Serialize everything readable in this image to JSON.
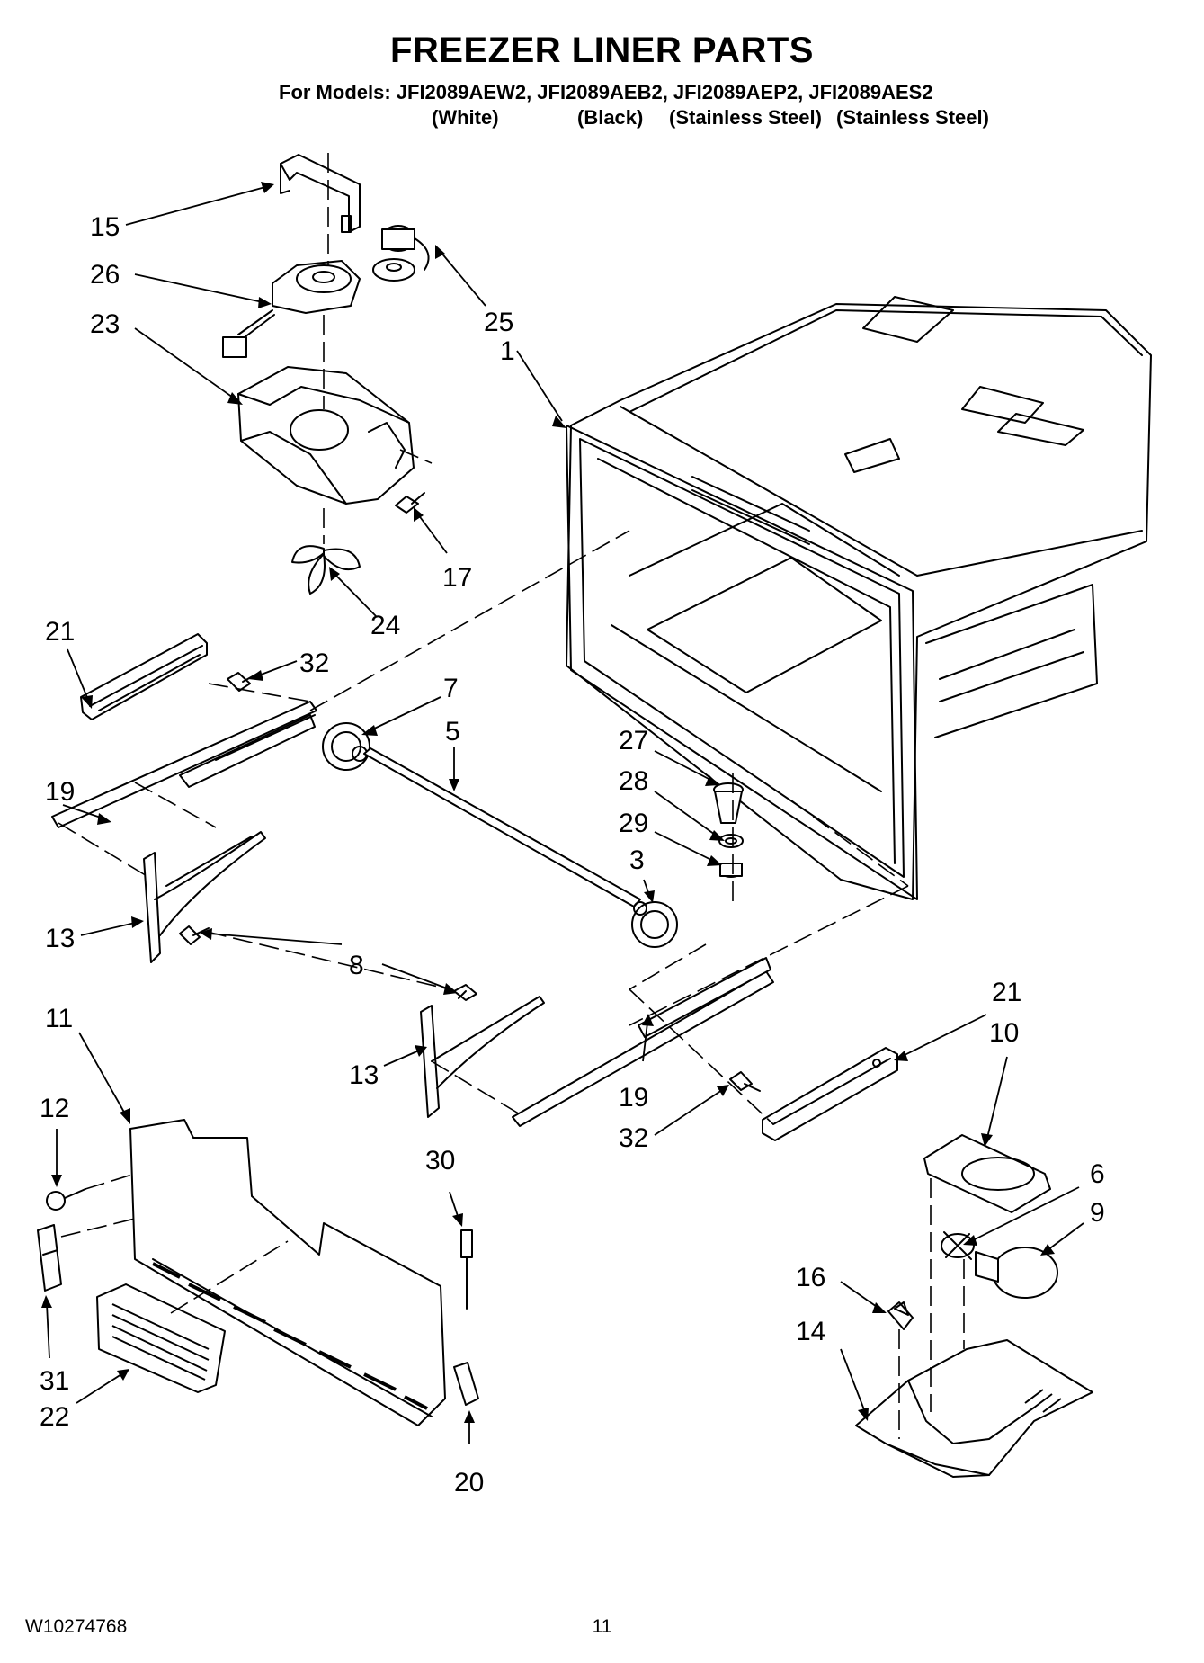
{
  "header": {
    "title": "FREEZER LINER PARTS",
    "models_line": "For Models: JFI2089AEW2, JFI2089AEB2, JFI2089AEP2, JFI2089AES2",
    "variants": [
      "(White)",
      "(Black)",
      "(Stainless Steel)",
      "(Stainless Steel)"
    ]
  },
  "footer": {
    "doc_number": "W10274768",
    "page_number": "11"
  },
  "callouts": [
    {
      "id": "c15a",
      "text": "15"
    },
    {
      "id": "c26",
      "text": "26"
    },
    {
      "id": "c23",
      "text": "23"
    },
    {
      "id": "c25",
      "text": "25"
    },
    {
      "id": "c1",
      "text": "1"
    },
    {
      "id": "c17",
      "text": "17"
    },
    {
      "id": "c24",
      "text": "24"
    },
    {
      "id": "c21a",
      "text": "21"
    },
    {
      "id": "c32a",
      "text": "32"
    },
    {
      "id": "c7",
      "text": "7"
    },
    {
      "id": "c5",
      "text": "5"
    },
    {
      "id": "c19a",
      "text": "19"
    },
    {
      "id": "c27",
      "text": "27"
    },
    {
      "id": "c28",
      "text": "28"
    },
    {
      "id": "c29",
      "text": "29"
    },
    {
      "id": "c3",
      "text": "3"
    },
    {
      "id": "c13a",
      "text": "13"
    },
    {
      "id": "c8",
      "text": "8"
    },
    {
      "id": "c21b",
      "text": "21"
    },
    {
      "id": "c11",
      "text": "11"
    },
    {
      "id": "c10",
      "text": "10"
    },
    {
      "id": "c13b",
      "text": "13"
    },
    {
      "id": "c19b",
      "text": "19"
    },
    {
      "id": "c12",
      "text": "12"
    },
    {
      "id": "c32b",
      "text": "32"
    },
    {
      "id": "c30",
      "text": "30"
    },
    {
      "id": "c6",
      "text": "6"
    },
    {
      "id": "c9",
      "text": "9"
    },
    {
      "id": "c16",
      "text": "16"
    },
    {
      "id": "c14",
      "text": "14"
    },
    {
      "id": "c31",
      "text": "31"
    },
    {
      "id": "c22",
      "text": "22"
    },
    {
      "id": "c20",
      "text": "20"
    }
  ]
}
